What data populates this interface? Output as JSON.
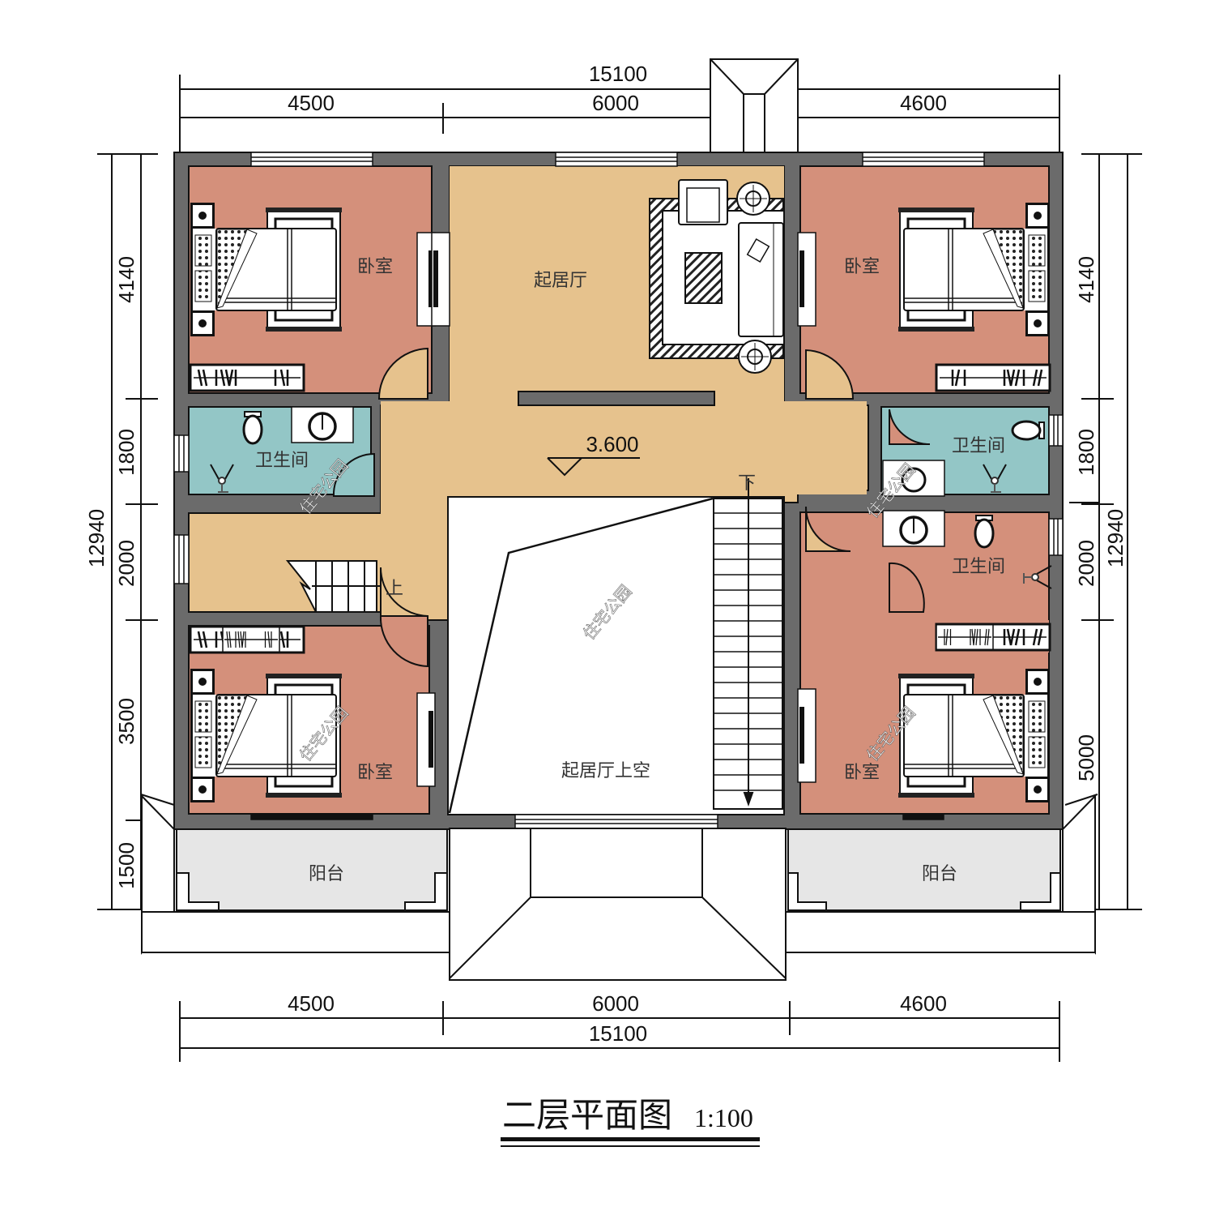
{
  "drawing": {
    "title": "二层平面图",
    "scale": "1:100",
    "elevation_mark": "3.600",
    "stair_up_label": "上",
    "stair_down_label": "下",
    "watermark": "住宅公园"
  },
  "dimensions": {
    "top": {
      "total": "15100",
      "segments": [
        "4500",
        "6000",
        "4600"
      ]
    },
    "bottom": {
      "total": "15100",
      "segments": [
        "4500",
        "6000",
        "4600"
      ]
    },
    "left": {
      "total": "12940",
      "segments": [
        "4140",
        "1800",
        "2000",
        "3500",
        "1500"
      ]
    },
    "right": {
      "total": "12940",
      "segments": [
        "4140",
        "1800",
        "2000",
        "5000"
      ]
    }
  },
  "rooms": {
    "bedroom_nw": "卧室",
    "bedroom_ne": "卧室",
    "bedroom_sw": "卧室",
    "bedroom_se": "卧室",
    "living": "起居厅",
    "void": "起居厅上空",
    "bath_w": "卫生间",
    "bath_ne": "卫生间",
    "bath_se": "卫生间",
    "balcony_w": "阳台",
    "balcony_e": "阳台"
  },
  "colors": {
    "wall": "#6b6b6b",
    "bedroom": "#d4907b",
    "living": "#e6c28d",
    "bath": "#93c6c6",
    "balcony": "#e6e6e6",
    "line": "#111111"
  }
}
